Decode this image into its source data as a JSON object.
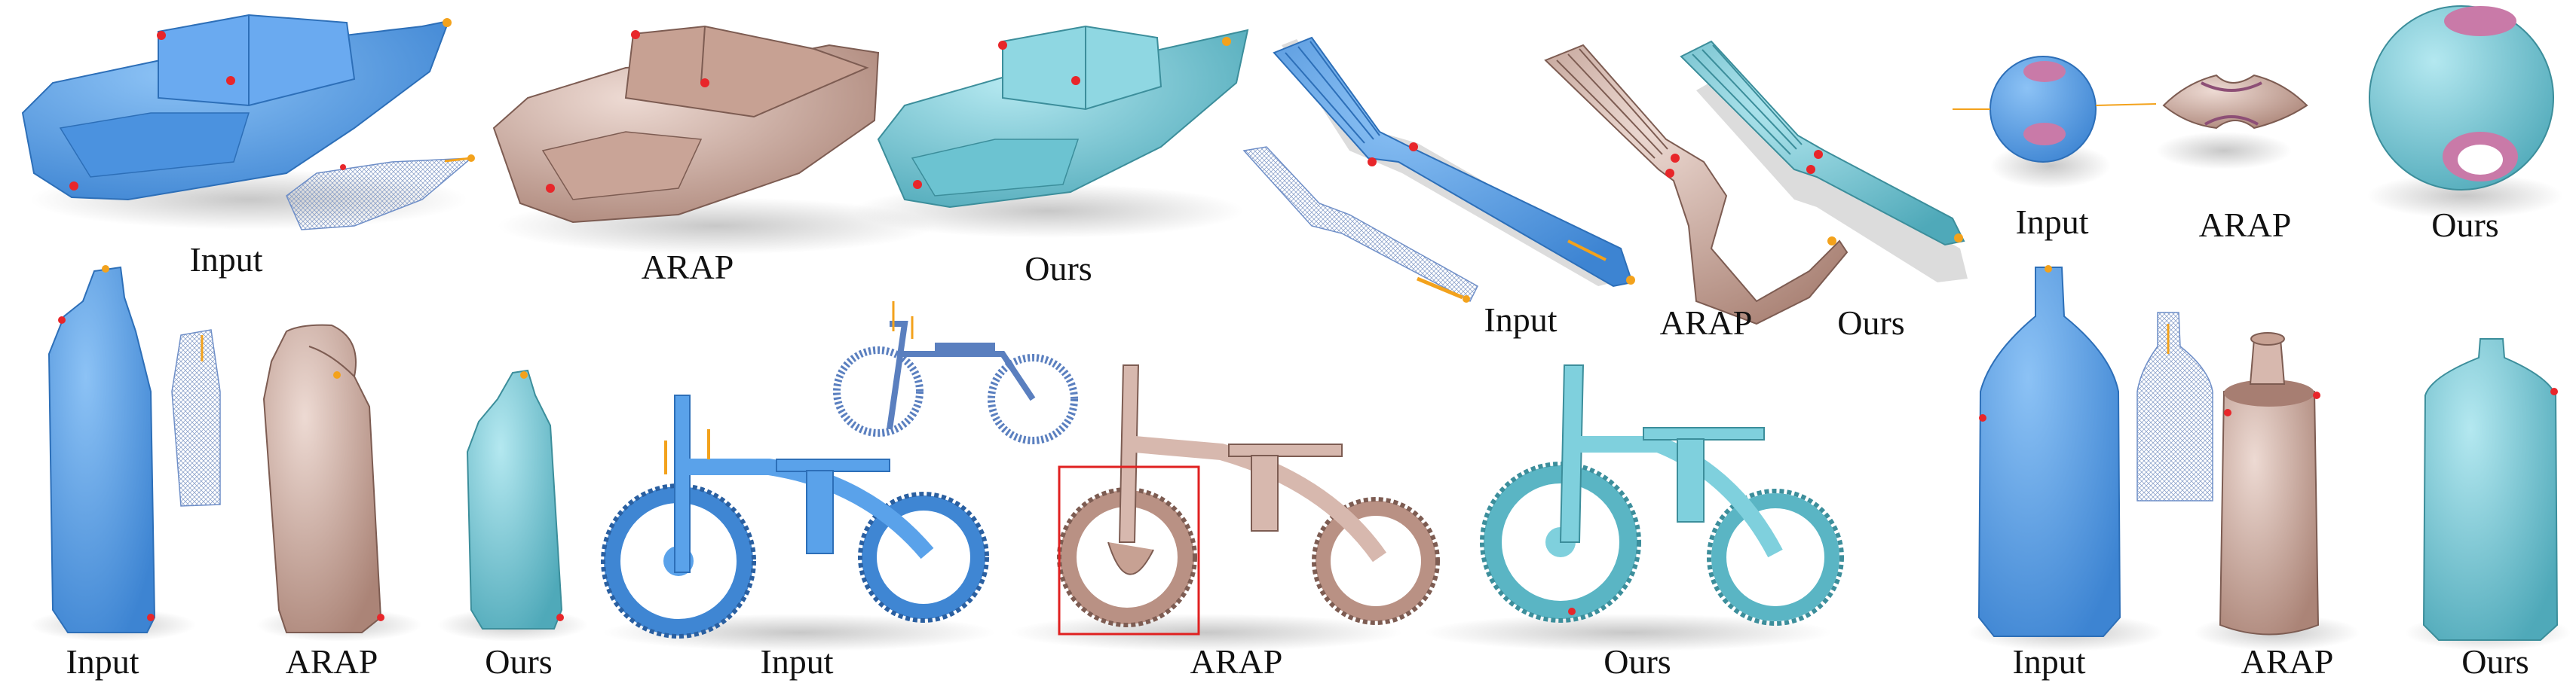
{
  "figure": {
    "panels": [
      {
        "id": "boat",
        "labels": {
          "input": "Input",
          "arap": "ARAP",
          "ours": "Ours"
        }
      },
      {
        "id": "fork",
        "labels": {
          "input": "Input",
          "arap": "ARAP",
          "ours": "Ours"
        }
      },
      {
        "id": "sphere",
        "labels": {
          "input": "Input",
          "arap": "ARAP",
          "ours": "Ours"
        }
      },
      {
        "id": "detergent",
        "labels": {
          "input": "Input",
          "arap": "ARAP",
          "ours": "Ours"
        }
      },
      {
        "id": "bike",
        "labels": {
          "input": "Input",
          "arap": "ARAP",
          "ours": "Ours"
        }
      },
      {
        "id": "bottle",
        "labels": {
          "input": "Input",
          "arap": "ARAP",
          "ours": "Ours"
        }
      }
    ],
    "colors": {
      "input": "#5aa2ea",
      "input_dark": "#3f86d3",
      "arap": "#d7b8ae",
      "arap_dark": "#b99184",
      "ours": "#7fd0dd",
      "ours_dark": "#5ab5c4",
      "handle_fixed": "#e8262a",
      "handle_moved": "#f3a21c",
      "highlight_box": "#e02020",
      "interior": "#c97aa8"
    }
  }
}
